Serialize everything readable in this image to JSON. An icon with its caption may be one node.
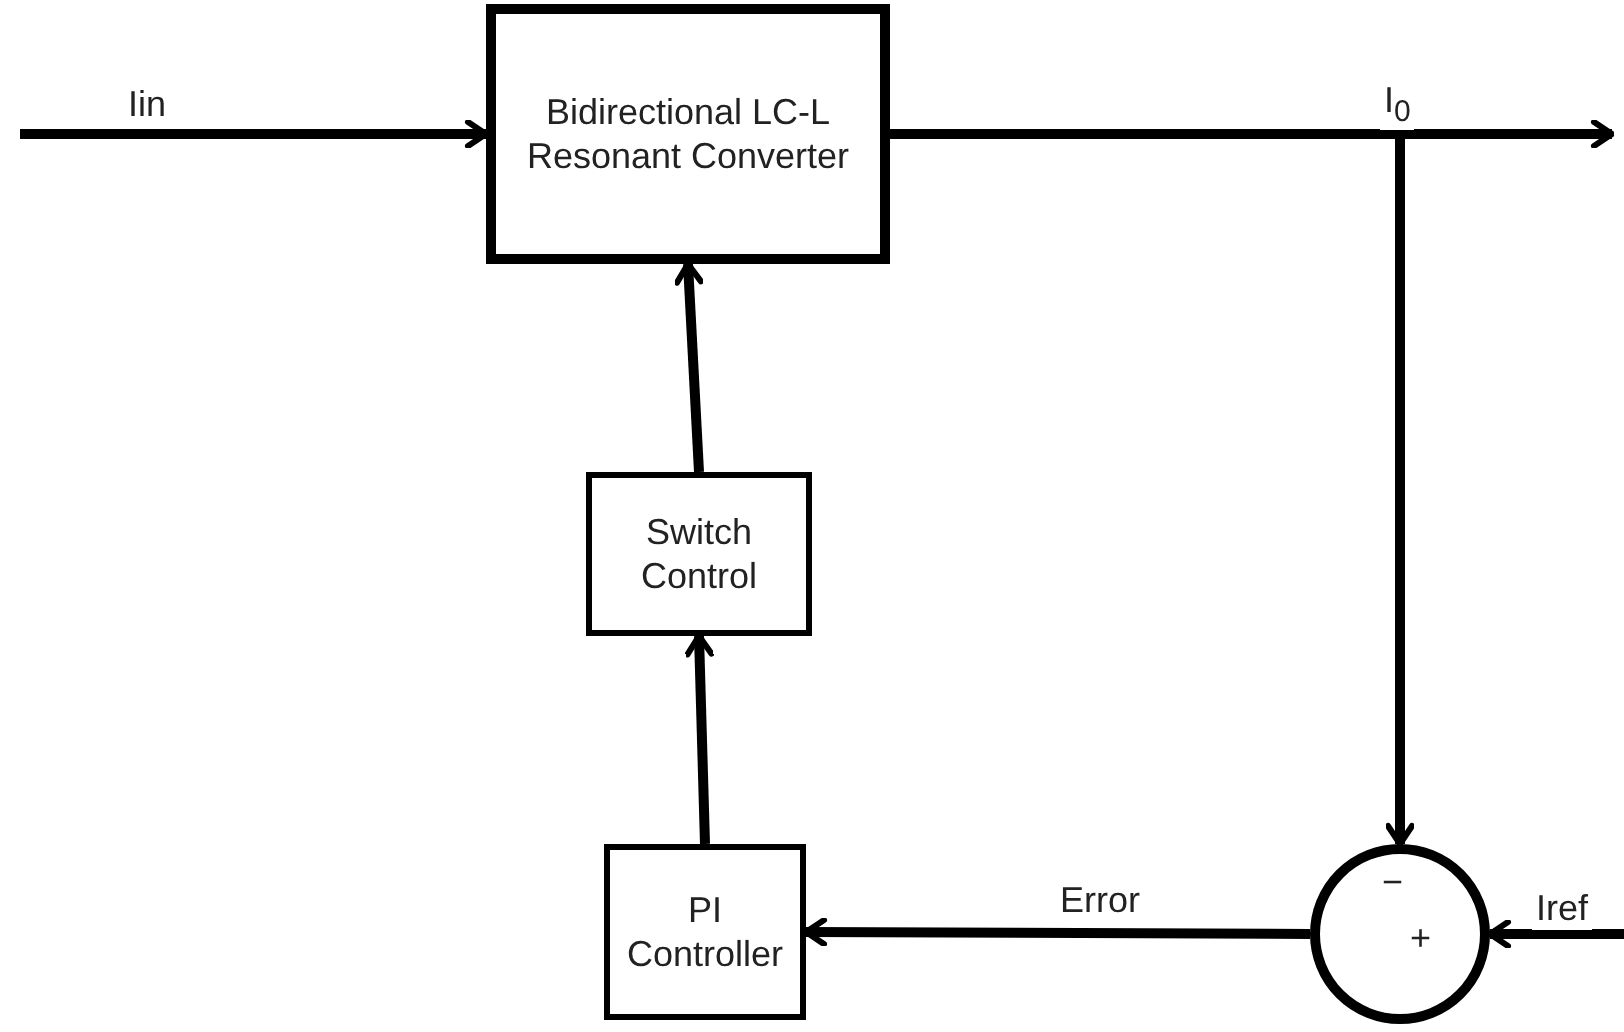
{
  "diagram": {
    "nodes": [
      {
        "text": [
          "Bidirectional LC-L Resonant Converter"
        ]
      },
      {
        "text": [
          "Switch Control"
        ]
      },
      {
        "text": [
          "PI Controller"
        ]
      },
      {
        "text": [
          "−",
          "+"
        ]
      }
    ],
    "edges": [
      {
        "from": null,
        "to": 0,
        "label": "Iin",
        "arrow": "to"
      },
      {
        "from": 0,
        "to": null,
        "label": "I$_{0}$",
        "arrow": "to"
      },
      {
        "from": 0,
        "to": 3,
        "arrow": "to"
      },
      {
        "from": null,
        "to": 3,
        "label": "Iref",
        "arrow": "to"
      },
      {
        "from": 3,
        "to": 2,
        "label": "Error",
        "arrow": "to"
      },
      {
        "from": 2,
        "to": 1,
        "arrow": "to"
      },
      {
        "from": 1,
        "to": 0,
        "arrow": "to"
      }
    ]
  }
}
